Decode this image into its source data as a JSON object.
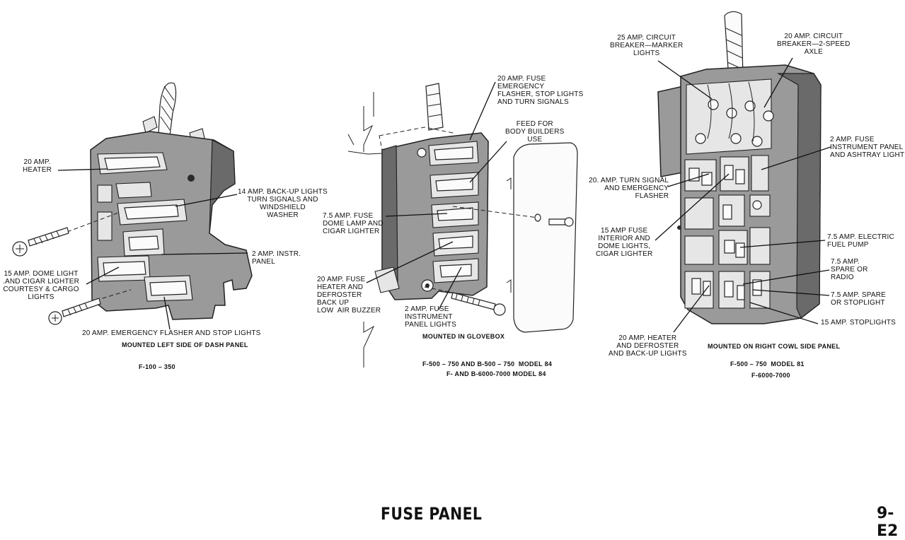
{
  "page": {
    "title": "FUSE PANEL",
    "page_number": "9-E2"
  },
  "panel_left": {
    "labels": {
      "heater": "20 AMP.\nHEATER",
      "backup": "14 AMP. BACK-UP LIGHTS\nTURN SIGNALS AND\nWINDSHIELD\nWASHER",
      "instr": "2 AMP. INSTR.\nPANEL",
      "dome": "15 AMP. DOME LIGHT\n.AND CIGAR LIGHTER\nCOURTESY & CARGO\nLIGHTS",
      "emergency": "20 AMP. EMERGENCY FLASHER AND STOP LIGHTS"
    },
    "mount_caption": "MOUNTED LEFT SIDE OF DASH PANEL",
    "model_caption": "F-100 – 350"
  },
  "panel_middle": {
    "labels": {
      "emergency": "20 AMP. FUSE\nEMERGENCY\nFLASHER, STOP LIGHTS\nAND TURN SIGNALS",
      "feed": "FEED FOR\nBODY BUILDERS\nUSE",
      "dome": "7.5 AMP. FUSE\nDOME LAMP AND\nCIGAR LIGHTER",
      "heater": "20 AMP. FUSE\nHEATER AND\nDEFROSTER\nBACK UP\nLOW  AIR BUZZER",
      "instrument": "2 AMP. FUSE\nINSTRUMENT\nPANEL LIGHTS"
    },
    "mount_caption": "MOUNTED IN GLOVEBOX",
    "model_caption_1": "F-500 – 750 AND B-500 – 750  MODEL 84",
    "model_caption_2": "F- AND B-6000-7000 MODEL 84"
  },
  "panel_right": {
    "labels": {
      "marker": "25 AMP. CIRCUIT\nBREAKER—MARKER\nLIGHTS",
      "axle": "20 AMP. CIRCUIT\nBREAKER—2-SPEED\nAXLE",
      "ashtray": "2 AMP. FUSE\nINSTRUMENT PANEL\nAND ASHTRAY LIGHT",
      "turn": "20. AMP. TURN SIGNAL\nAND EMERGENCY\nFLASHER",
      "interior": "15 AMP FUSE\nINTERIOR AND\nDOME LIGHTS,\nCIGAR LIGHTER",
      "fuel": "7.5 AMP. ELECTRIC\nFUEL PUMP",
      "spare_radio": "7.5 AMP.\nSPARE OR\nRADIO",
      "spare_stop": "7.5 AMP. SPARE\nOR STOPLIGHT",
      "stoplights": "15 AMP. STOPLIGHTS",
      "heater": "20 AMP. HEATER\nAND DEFROSTER\nAND BACK-UP LIGHTS"
    },
    "mount_caption": "MOUNTED ON RIGHT COWL SIDE PANEL",
    "model_caption_1": "F-500 – 750  MODEL 81",
    "model_caption_2": "F-6000-7000"
  }
}
